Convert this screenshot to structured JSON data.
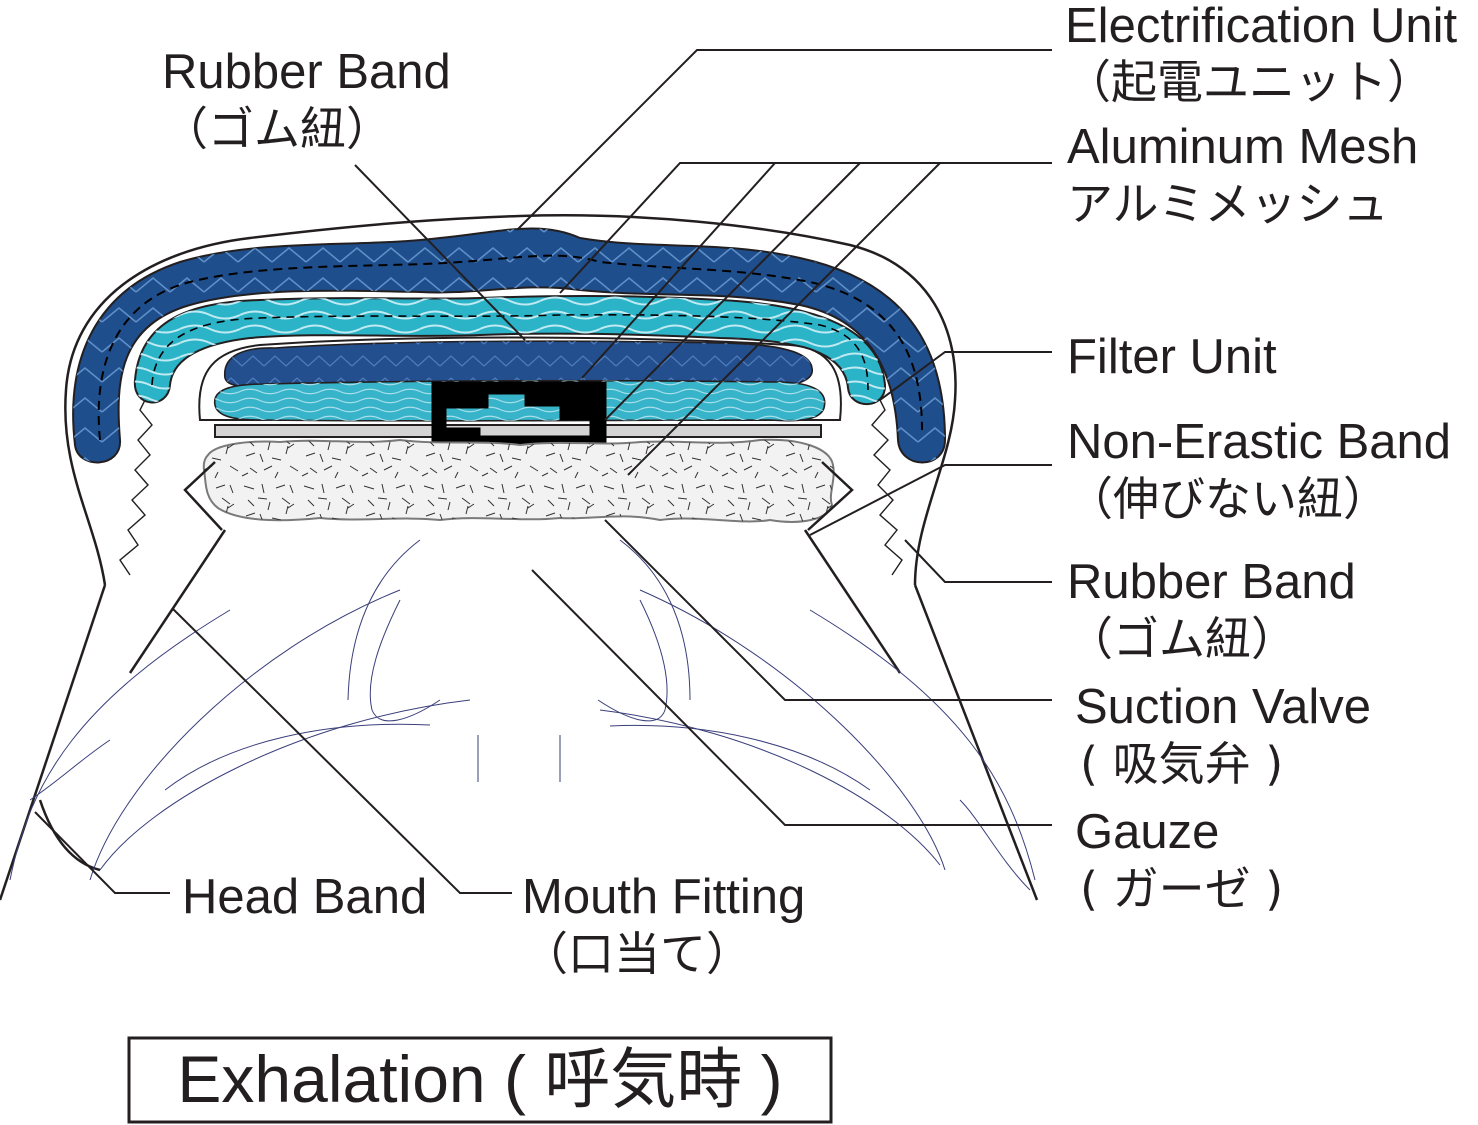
{
  "labels": {
    "electrification_unit": {
      "en": "Electrification Unit",
      "jp": "（起電ユニット）"
    },
    "aluminum_mesh": {
      "en": "Aluminum Mesh",
      "jp": "アルミメッシュ"
    },
    "rubber_band_top": {
      "en": "Rubber Band",
      "jp": "（ゴム紐）"
    },
    "filter_unit": {
      "en": "Filter Unit"
    },
    "non_elastic_band": {
      "en": "Non-Erastic Band",
      "jp": "（伸びない紐）"
    },
    "rubber_band_side": {
      "en": "Rubber Band",
      "jp": "（ゴム紐）"
    },
    "suction_valve": {
      "en": "Suction Valve",
      "jp": "( 吸気弁 )"
    },
    "gauze": {
      "en": "Gauze",
      "jp": "( ガーゼ )"
    },
    "head_band": {
      "en": "Head Band"
    },
    "mouth_fitting": {
      "en": "Mouth Fitting",
      "jp": "（口当て）"
    }
  },
  "title": "Exhalation ( 呼気時 )",
  "colors": {
    "electrification_unit": "#1f4e8c",
    "aluminum_mesh": "#2bb3c8",
    "filter_layer_dark": "#244f8f",
    "filter_layer_light": "#37b4c9",
    "gauze": "#f2f2f2",
    "outline": "#231f20",
    "face_lines": "#3a3f7a"
  }
}
